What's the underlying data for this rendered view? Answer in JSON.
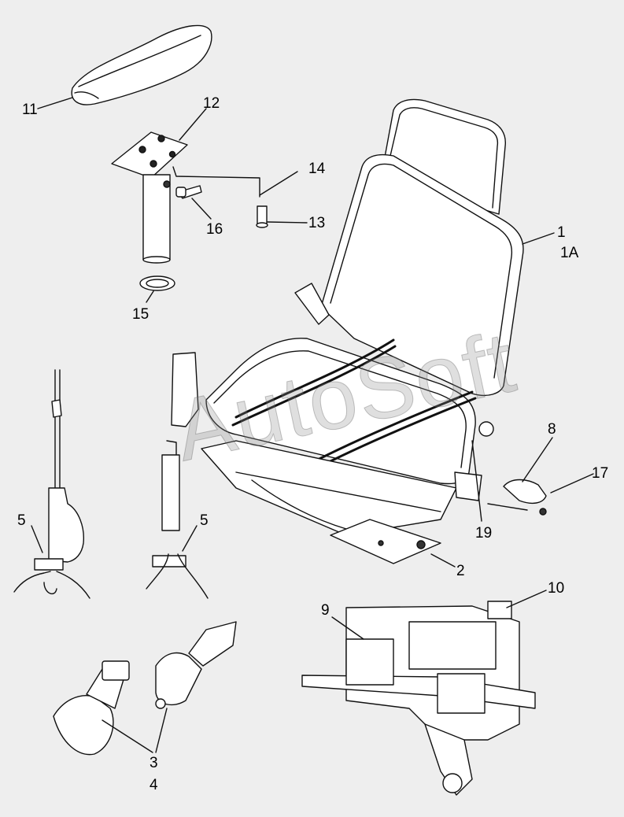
{
  "watermark": "AutoSoft",
  "callouts": {
    "c1": "1",
    "c1a": "1A",
    "c2": "2",
    "c3": "3",
    "c4": "4",
    "c5a": "5",
    "c5b": "5",
    "c8": "8",
    "c9": "9",
    "c10": "10",
    "c11": "11",
    "c12": "12",
    "c13": "13",
    "c14": "14",
    "c15": "15",
    "c16": "16",
    "c17": "17",
    "c19": "19"
  }
}
